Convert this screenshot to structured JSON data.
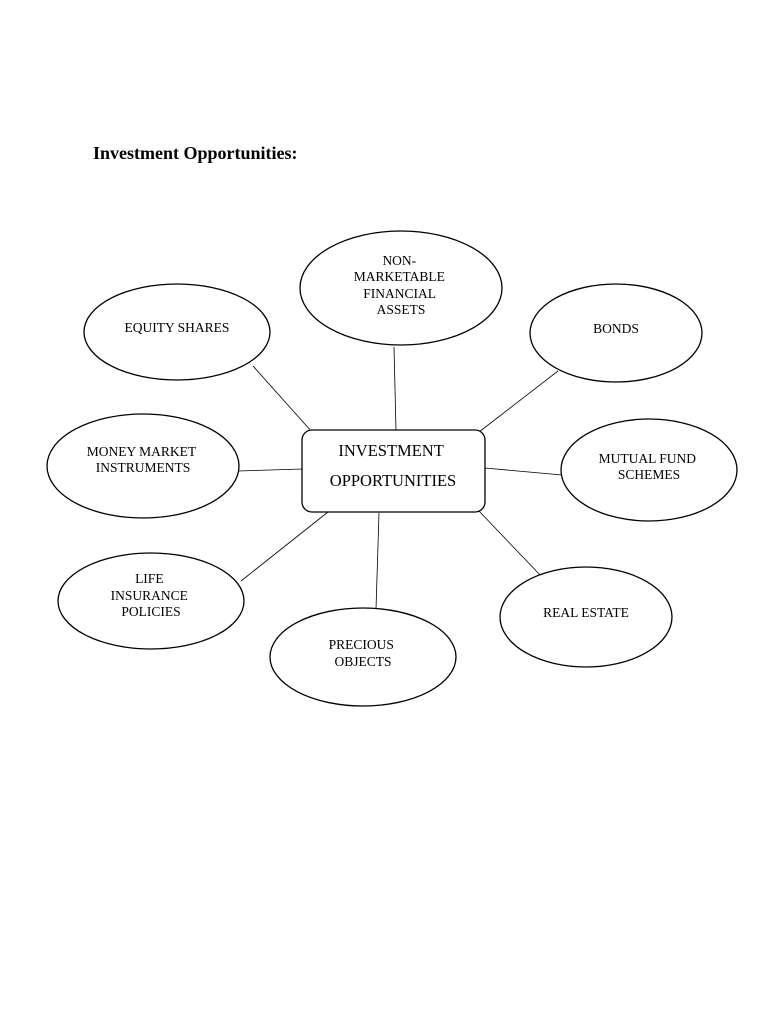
{
  "title": "Investment Opportunities:",
  "center": {
    "lines": [
      "INVESTMENT",
      "OPPORTUNITIES"
    ]
  },
  "nodes": [
    {
      "id": "non-marketable-financial-assets",
      "lines": [
        "NON-",
        "MARKETABLE",
        "FINANCIAL",
        "ASSETS"
      ]
    },
    {
      "id": "equity-shares",
      "lines": [
        "EQUITY SHARES"
      ]
    },
    {
      "id": "bonds",
      "lines": [
        "BONDS"
      ]
    },
    {
      "id": "money-market-instruments",
      "lines": [
        "MONEY MARKET",
        "INSTRUMENTS"
      ]
    },
    {
      "id": "mutual-fund-schemes",
      "lines": [
        "MUTUAL FUND",
        "SCHEMES"
      ]
    },
    {
      "id": "life-insurance-policies",
      "lines": [
        "LIFE",
        "INSURANCE",
        "POLICIES"
      ]
    },
    {
      "id": "real-estate",
      "lines": [
        "REAL ESTATE"
      ]
    },
    {
      "id": "precious-objects",
      "lines": [
        "PRECIOUS",
        "OBJECTS"
      ]
    }
  ]
}
